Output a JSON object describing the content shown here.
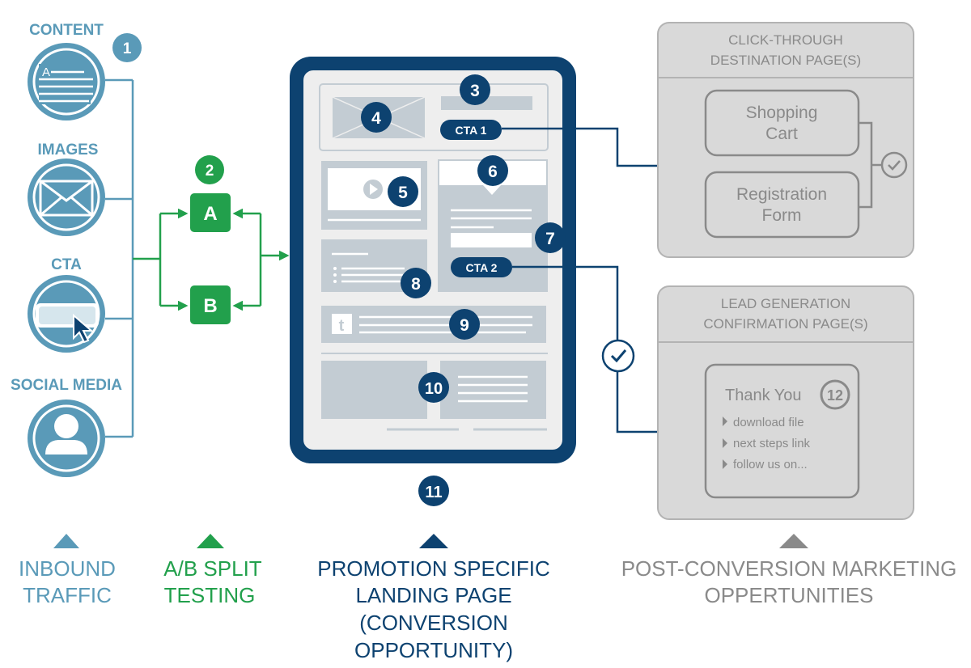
{
  "colors": {
    "inbound": "#5a9ab8",
    "split": "#22a04c",
    "landing": "#0d4270",
    "post": "#8a8a8a",
    "panel": "#d9d9d9",
    "wire": "#c3ccd3"
  },
  "inbound": {
    "items": [
      {
        "label": "CONTENT",
        "icon": "document-icon"
      },
      {
        "label": "IMAGES",
        "icon": "image-icon"
      },
      {
        "label": "CTA",
        "icon": "cursor-icon"
      },
      {
        "label": "SOCIAL MEDIA",
        "icon": "user-icon"
      }
    ],
    "badge": "1",
    "document_letter": "A",
    "caption": [
      "INBOUND",
      "TRAFFIC"
    ]
  },
  "split": {
    "badge": "2",
    "variant_a": "A",
    "variant_b": "B",
    "caption": [
      "A/B SPLIT",
      "TESTING"
    ]
  },
  "landing": {
    "badges": [
      "3",
      "4",
      "5",
      "6",
      "7",
      "8",
      "9",
      "10",
      "11"
    ],
    "cta1": "CTA 1",
    "cta2": "CTA 2",
    "caption": [
      "PROMOTION SPECIFIC",
      "LANDING PAGE",
      "(CONVERSION",
      "OPPORTUNITY)"
    ]
  },
  "clickthrough": {
    "title": [
      "CLICK-THROUGH",
      "DESTINATION PAGE(S)"
    ],
    "shopping": [
      "Shopping",
      "Cart"
    ],
    "registration": [
      "Registration",
      "Form"
    ]
  },
  "leadgen": {
    "title": [
      "LEAD GENERATION",
      "CONFIRMATION PAGE(S)"
    ],
    "heading": "Thank You",
    "badge": "12",
    "items": [
      "download file",
      "next steps link",
      "follow us on..."
    ]
  },
  "post": {
    "caption": [
      "POST-CONVERSION MARKETING",
      "OPPERTUNITIES"
    ]
  }
}
